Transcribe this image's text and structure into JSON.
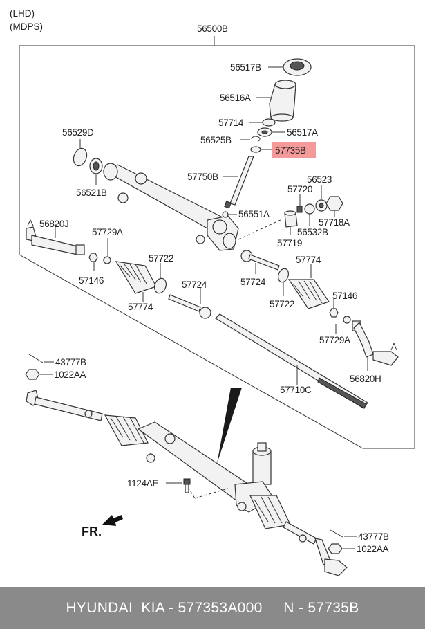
{
  "header": {
    "line1": "(LHD)",
    "line2": "(MDPS)"
  },
  "labels": {
    "l56500B": "56500B",
    "l56517B": "56517B",
    "l56516A": "56516A",
    "l57714": "57714",
    "l56517A": "56517A",
    "l56525B": "56525B",
    "l57735B": "57735B",
    "l56529D": "56529D",
    "l57750B": "57750B",
    "l56523": "56523",
    "l57720": "57720",
    "l56521B": "56521B",
    "l56551A": "56551A",
    "l56532B": "56532B",
    "l57718A": "57718A",
    "l56820J": "56820J",
    "l57729A_l": "57729A",
    "l57719": "57719",
    "l57722_l": "57722",
    "l57774_r": "57774",
    "l57146_l": "57146",
    "l57724_r": "57724",
    "l57774_l": "57774",
    "l57724_l": "57724",
    "l57722_r": "57722",
    "l57146_r": "57146",
    "l57729A_r": "57729A",
    "l43777B_t": "43777B",
    "l1022AA_t": "1022AA",
    "l56820H": "56820H",
    "l57710C": "57710C",
    "l1124AE": "1124AE",
    "fr": "FR.",
    "l43777B_b": "43777B",
    "l1022AA_b": "1022AA"
  },
  "highlight_color": "#f59a9a",
  "footer": {
    "text": "HYUNDAI  KIA - 577353A000     N - 57735B"
  }
}
